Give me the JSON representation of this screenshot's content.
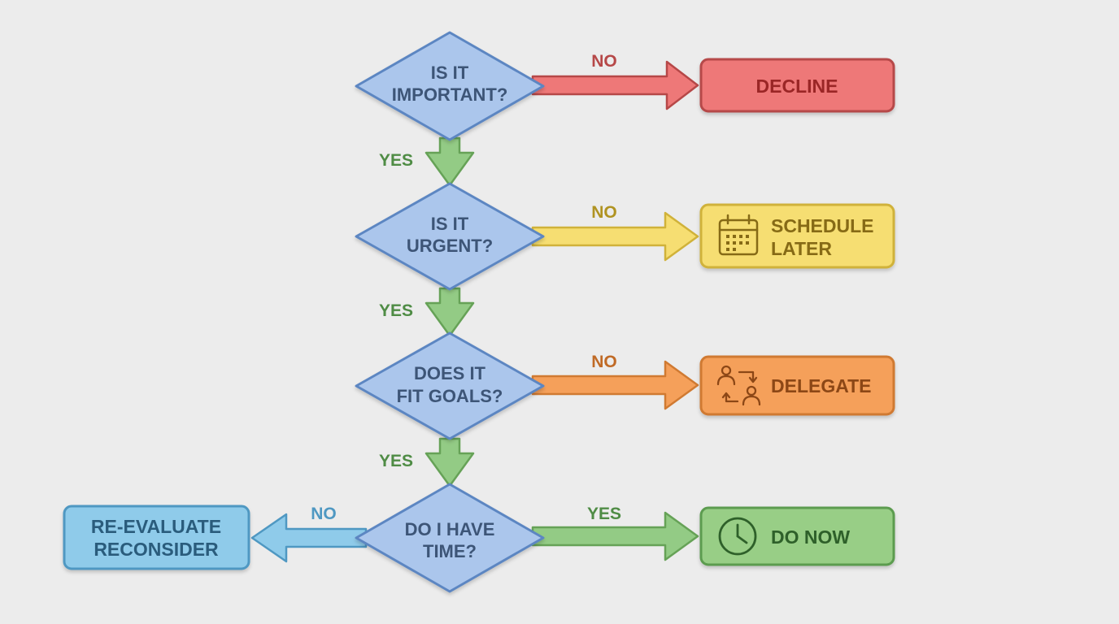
{
  "colors": {
    "background": "#ececec",
    "decision_fill": "#abc6ec",
    "decision_stroke": "#5c86c2",
    "decision_text": "#3d5577",
    "decline_fill": "#ee7878",
    "decline_stroke": "#b64848",
    "decline_text": "#9a2626",
    "schedule_fill": "#f6de72",
    "schedule_stroke": "#d0b23a",
    "schedule_text": "#866a14",
    "delegate_fill": "#f5a05a",
    "delegate_stroke": "#d07a32",
    "delegate_text": "#8c4716",
    "donow_fill": "#98ce86",
    "donow_stroke": "#5c9c50",
    "donow_text": "#2f6129",
    "reeval_fill": "#8fcbea",
    "reeval_stroke": "#4f98c2",
    "reeval_text": "#2b5c7c",
    "yes_arrow_fill": "#93cb85",
    "yes_arrow_stroke": "#66a257",
    "yes_text": "#4f8c45"
  },
  "decisions": {
    "important": {
      "line1": "IS IT",
      "line2": "IMPORTANT?"
    },
    "urgent": {
      "line1": "IS IT",
      "line2": "URGENT?"
    },
    "goals": {
      "line1": "DOES IT",
      "line2": "FIT GOALS?"
    },
    "time": {
      "line1": "DO I HAVE",
      "line2": "TIME?"
    }
  },
  "outcomes": {
    "decline": {
      "label": "DECLINE"
    },
    "schedule": {
      "line1": "SCHEDULE",
      "line2": "LATER",
      "icon": "calendar-icon"
    },
    "delegate": {
      "label": "DELEGATE",
      "icon": "people-swap-icon"
    },
    "do_now": {
      "label": "DO NOW",
      "icon": "clock-icon"
    },
    "reevaluate": {
      "line1": "RE-EVALUATE",
      "line2": "RECONSIDER"
    }
  },
  "edges": {
    "important_no": "NO",
    "important_yes": "YES",
    "urgent_no": "NO",
    "urgent_yes": "YES",
    "goals_no": "NO",
    "goals_yes": "YES",
    "time_no": "NO",
    "time_yes": "YES"
  }
}
